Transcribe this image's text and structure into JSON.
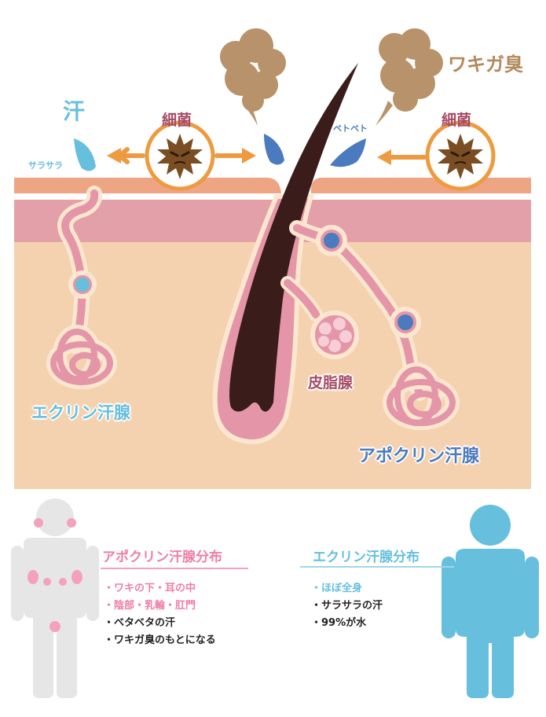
{
  "colors": {
    "skin_top": "#EDA584",
    "dermis": "#E3A0A8",
    "subcutis": "#F4D2B0",
    "duct": "#E496A8",
    "duct_outline": "#FBE6CF",
    "hair": "#3A1D1A",
    "odor_cloud": "#B8926A",
    "eccrine_blue": "#66BFDD",
    "apocrine_blue": "#4B7BBE",
    "bacteria_ring": "#EE9A3F",
    "bacteria_body": "#7A4E22",
    "label_brown": "#B38A5C",
    "label_mauve": "#A64B66",
    "pink": "#EE7FA3",
    "person_gray": "#E6E6E6",
    "person_pink": "#F4A1BD",
    "person_blue": "#66BFDD",
    "text_dark": "#222222"
  },
  "diagram": {
    "sweat_label": "汗",
    "smooth_label": "サラサラ",
    "sticky_label": "ベトベト",
    "bacteria_left": "細菌",
    "bacteria_right": "細菌",
    "odor_label": "ワキガ臭",
    "sebaceous_label": "皮脂腺",
    "eccrine_label": "エクリン汗腺",
    "apocrine_label": "アポクリン汗腺"
  },
  "apocrine_card": {
    "title": "アポクリン汗腺分布",
    "items": [
      "・ワキの下・耳の中",
      "・陰部・乳輪・肛門",
      "・ベタベタの汗",
      "・ワキガ臭のもとになる"
    ]
  },
  "eccrine_card": {
    "title": "エクリン汗腺分布",
    "items": [
      "・ほぼ全身",
      "・サラサラの汗",
      "・99%が水"
    ]
  }
}
